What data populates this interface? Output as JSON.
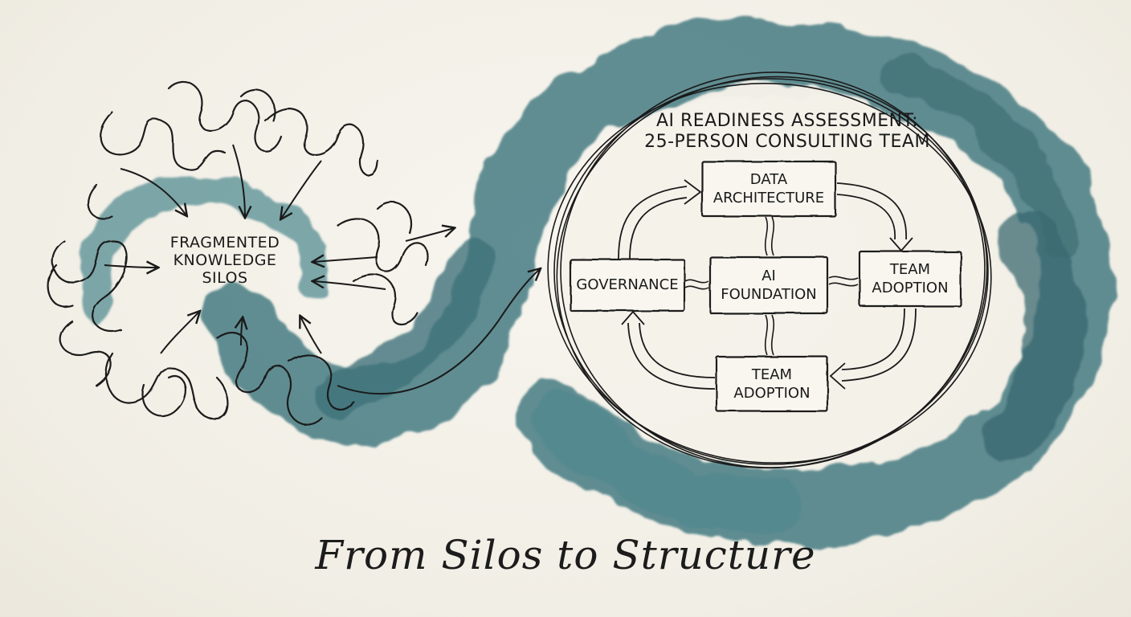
{
  "left_cluster": {
    "label": "FRAGMENTED\nKNOWLEDGE\nSILOS"
  },
  "framework": {
    "title": "AI READINESS ASSESSMENT:\n25-PERSON CONSULTING TEAM",
    "nodes": {
      "top": "DATA\nARCHITECTURE",
      "center": "AI\nFOUNDATION",
      "left": "GOVERNANCE",
      "right": "TEAM\nADOPTION",
      "bottom": "TEAM\nADOPTION"
    }
  },
  "caption": "From Silos to Structure",
  "colors": {
    "ink": "#1a1a1a",
    "watercolor_teal": "#2e6b74",
    "paper": "#f4f1e9"
  }
}
